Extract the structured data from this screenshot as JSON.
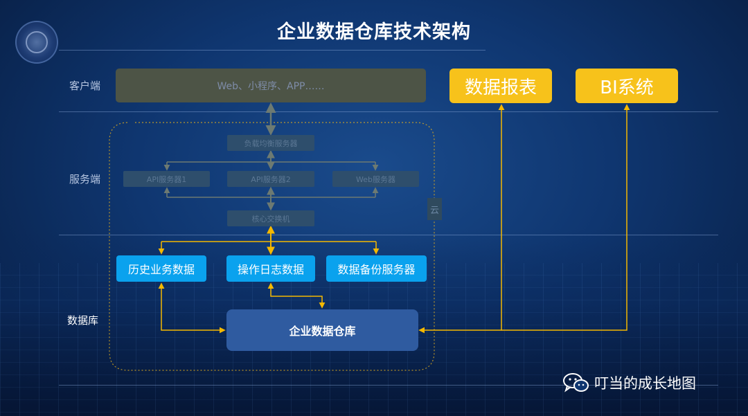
{
  "title": "企业数据仓库技术架构",
  "rows": {
    "client": "客户端",
    "server": "服务端",
    "database": "数据库"
  },
  "client": {
    "box": "Web、小程序、APP……"
  },
  "server": {
    "load_balancer": "负载均衡服务器",
    "api1": "API服务器1",
    "api2": "API服务器2",
    "web": "Web服务器",
    "switch": "核心交换机",
    "cloud": "云"
  },
  "outputs": {
    "report": "数据报表",
    "bi": "BI系统"
  },
  "database": {
    "history": "历史业务数据",
    "oplog": "操作日志数据",
    "backup": "数据备份服务器",
    "warehouse": "企业数据仓库"
  },
  "watermark": {
    "text": "叮当的成长地图",
    "icon": "wechat-icon"
  },
  "colors": {
    "arrow_yellow": "#f5b800",
    "arrow_dim": "#6d7a72",
    "output_box": "#f7c21b",
    "db_box": "#0aa2ee",
    "warehouse_box": "#2f5ba0"
  }
}
